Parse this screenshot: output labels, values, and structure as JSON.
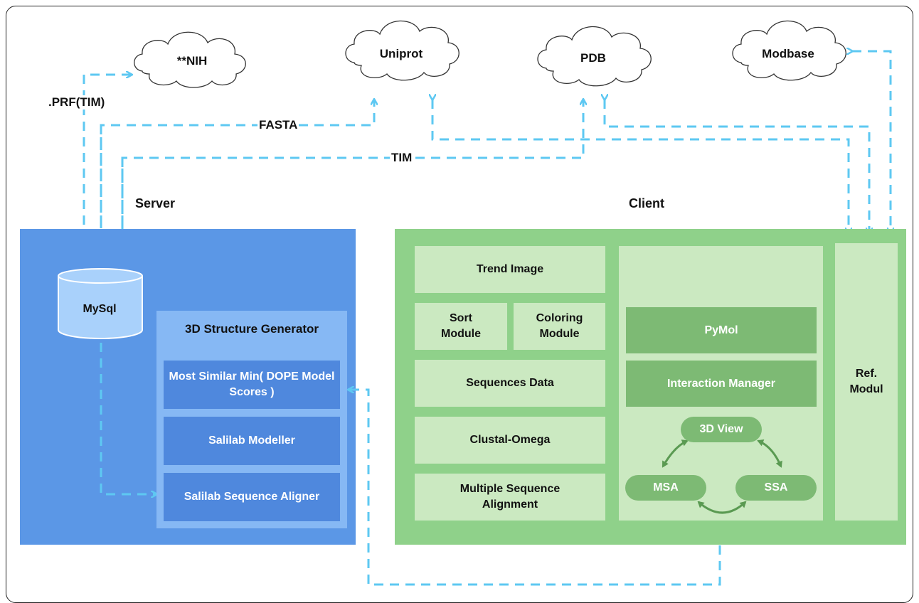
{
  "clouds": {
    "nih": "**NIH",
    "uniprot": "Uniprot",
    "pdb": "PDB",
    "modbase": "Modbase"
  },
  "edge_labels": {
    "prf": ".PRF(TIM)",
    "fasta": "FASTA",
    "tim": "TIM"
  },
  "server": {
    "title": "Server",
    "database": "MySql",
    "generator": {
      "title": "3D Structure Generator",
      "items": [
        "Most Similar Min( DOPE Model Scores )",
        "Salilab Modeller",
        "Salilab Sequence Aligner"
      ]
    }
  },
  "client": {
    "title": "Client",
    "left_modules": {
      "trend_image": "Trend Image",
      "sort_module": "Sort Module",
      "coloring_module": "Coloring Module",
      "sequences_data": "Sequences Data",
      "clustal_omega": "Clustal-Omega",
      "multiple_sequence_alignment": "Multiple Sequence Alignment"
    },
    "viewer": {
      "pymol": "PyMol",
      "interaction_manager": "Interaction Manager",
      "view_3d": "3D View",
      "msa": "MSA",
      "ssa": "SSA"
    },
    "ref_module": "Ref. Modul"
  },
  "colors": {
    "server_bg": "#5b97e6",
    "client_bg": "#8fd18a",
    "arrow": "#5ec8f2"
  }
}
